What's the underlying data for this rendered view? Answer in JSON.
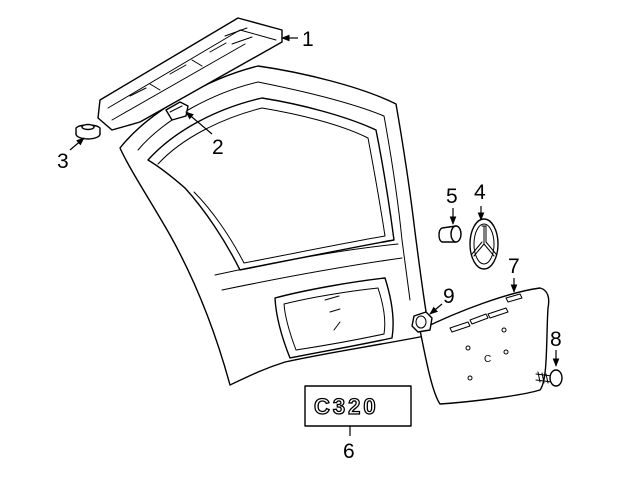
{
  "callouts": {
    "c1": "1",
    "c2": "2",
    "c3": "3",
    "c4": "4",
    "c5": "5",
    "c6": "6",
    "c7": "7",
    "c8": "8",
    "c9": "9"
  },
  "badge": {
    "text": "C320"
  },
  "colors": {
    "line": "#000000",
    "background": "#ffffff"
  }
}
